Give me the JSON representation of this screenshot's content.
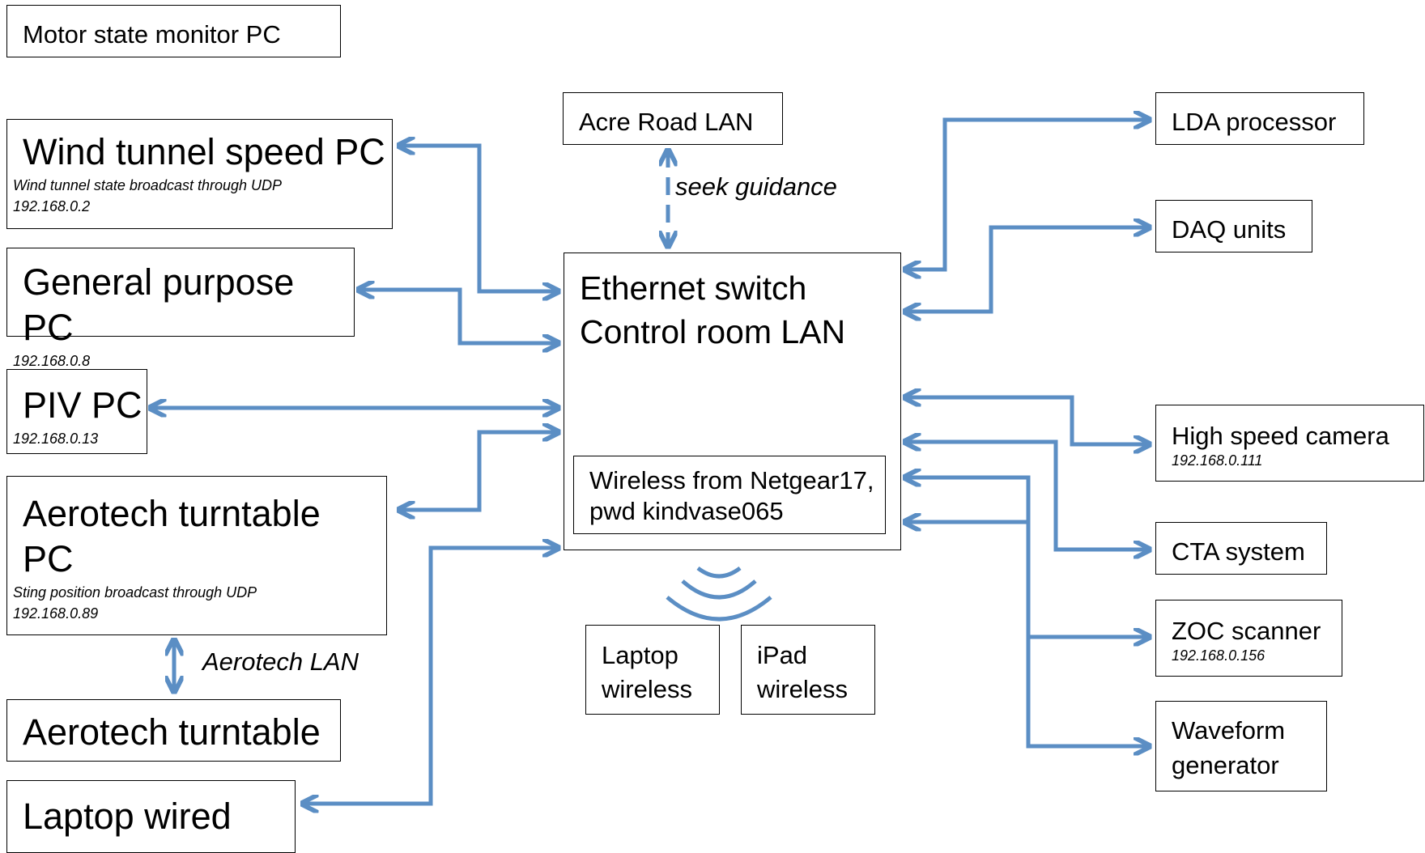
{
  "nodes": {
    "motor_pc": {
      "title": "Motor state monitor PC"
    },
    "wind_pc": {
      "title": "Wind tunnel speed PC",
      "note": "Wind tunnel state broadcast through UDP",
      "ip": "192.168.0.2"
    },
    "general_pc": {
      "title": "General purpose PC",
      "ip": "192.168.0.8"
    },
    "piv_pc": {
      "title": "PIV PC",
      "ip": "192.168.0.13"
    },
    "aerotech_pc": {
      "title_line1": "Aerotech turntable",
      "title_line2": "PC",
      "note": "Sting position broadcast through UDP",
      "ip": "192.168.0.89"
    },
    "aerotech_tt": {
      "title": "Aerotech turntable"
    },
    "laptop_wired": {
      "title": "Laptop wired"
    },
    "acre_lan": {
      "title": "Acre Road LAN"
    },
    "switch": {
      "title_line1": "Ethernet switch",
      "title_line2": "Control room LAN",
      "wireless_line1": "Wireless from Netgear17,",
      "wireless_line2": "pwd kindvase065"
    },
    "laptop_wireless": {
      "line1": "Laptop",
      "line2": "wireless"
    },
    "ipad_wireless": {
      "line1": "iPad",
      "line2": "wireless"
    },
    "lda": {
      "title": "LDA processor"
    },
    "daq": {
      "title": "DAQ units"
    },
    "hs_camera": {
      "title": "High speed camera",
      "ip": "192.168.0.111"
    },
    "cta": {
      "title": "CTA system"
    },
    "zoc": {
      "title": "ZOC scanner",
      "ip": "192.168.0.156"
    },
    "waveform": {
      "line1": "Waveform",
      "line2": "generator"
    }
  },
  "labels": {
    "seek_guidance": "seek guidance",
    "aerotech_lan": "Aerotech LAN"
  },
  "colors": {
    "wire": "#5b8ec4",
    "border": "#000000"
  }
}
